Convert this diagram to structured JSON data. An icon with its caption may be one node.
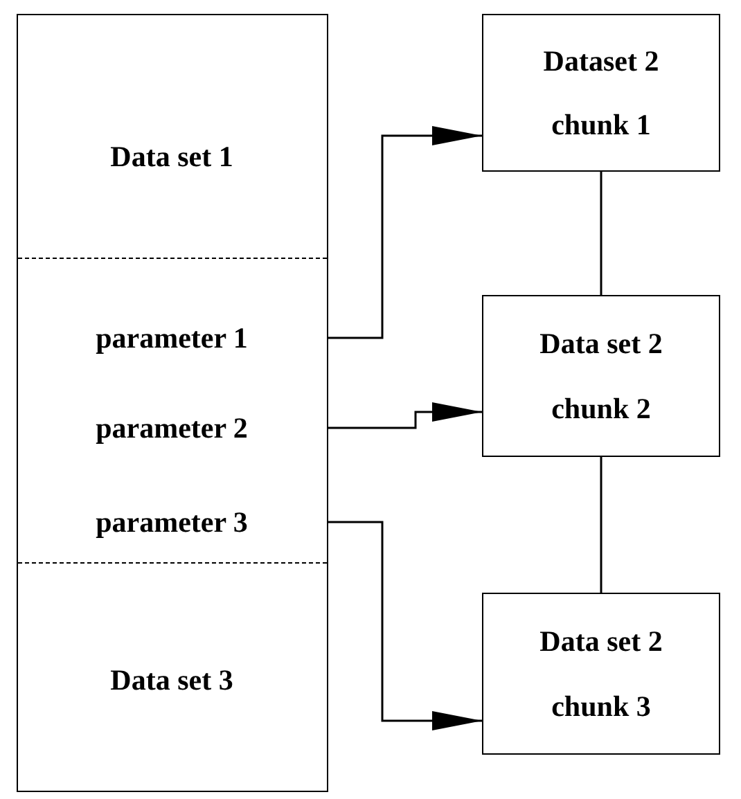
{
  "diagram": {
    "nodes": [
      {
        "text": [],
        "shape": "box"
      },
      {
        "text": [
          "Data set 1"
        ],
        "in": 0
      },
      {
        "text": [
          "parameter 1"
        ],
        "in": 0
      },
      {
        "text": [
          "parameter 2"
        ],
        "in": 0
      },
      {
        "text": [
          "parameter 3"
        ],
        "in": 0
      },
      {
        "text": [
          "Data set 3"
        ],
        "in": 0
      },
      {
        "text": [
          "Dataset 2 chunk 1"
        ]
      },
      {
        "text": [
          "Data set 2 chunk 2"
        ]
      },
      {
        "text": [
          "Data set 2 chunk 3"
        ]
      }
    ],
    "edges": [
      {
        "from": 2,
        "to": 6,
        "arrow": "to"
      },
      {
        "from": 3,
        "to": 7,
        "arrow": "to"
      },
      {
        "from": 4,
        "to": 8,
        "arrow": "to"
      },
      {
        "from": 6,
        "to": 7,
        "arrow": "none"
      },
      {
        "from": 7,
        "to": 8,
        "arrow": "none"
      }
    ]
  }
}
